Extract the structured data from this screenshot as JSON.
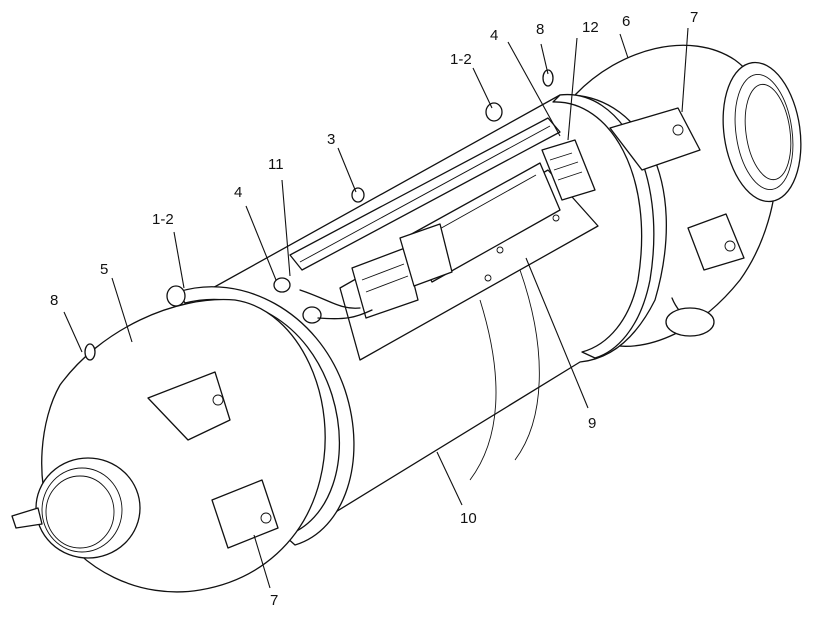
{
  "callouts": {
    "c8_top": "8",
    "c12": "12",
    "c6": "6",
    "c7_top": "7",
    "c4_top": "4",
    "c1_2_top": "1-2",
    "c3": "3",
    "c11": "11",
    "c4_left": "4",
    "c1_2_left": "1-2",
    "c5": "5",
    "c8_left": "8",
    "c9": "9",
    "c10": "10",
    "c7_bottom": "7"
  }
}
